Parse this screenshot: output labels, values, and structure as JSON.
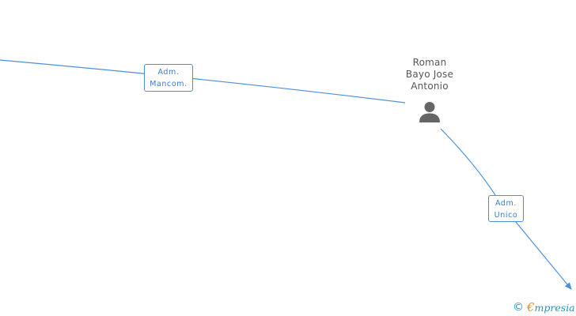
{
  "colors": {
    "edge": "#4a90d9",
    "label_text": "#3a7bc8",
    "person_icon": "#666666",
    "name_text": "#555555",
    "brand_blue": "#2a8fbd",
    "brand_orange": "#e8901c"
  },
  "person": {
    "name_lines": [
      "Roman",
      "Bayo Jose",
      "Antonio"
    ],
    "icon": "person-icon"
  },
  "edges": [
    {
      "label_lines": [
        "Adm.",
        "Mancom."
      ]
    },
    {
      "label_lines": [
        "Adm.",
        "Unico"
      ]
    }
  ],
  "watermark": {
    "copyright_symbol": "©",
    "brand_initial": "€",
    "brand_rest": "mpresia"
  }
}
